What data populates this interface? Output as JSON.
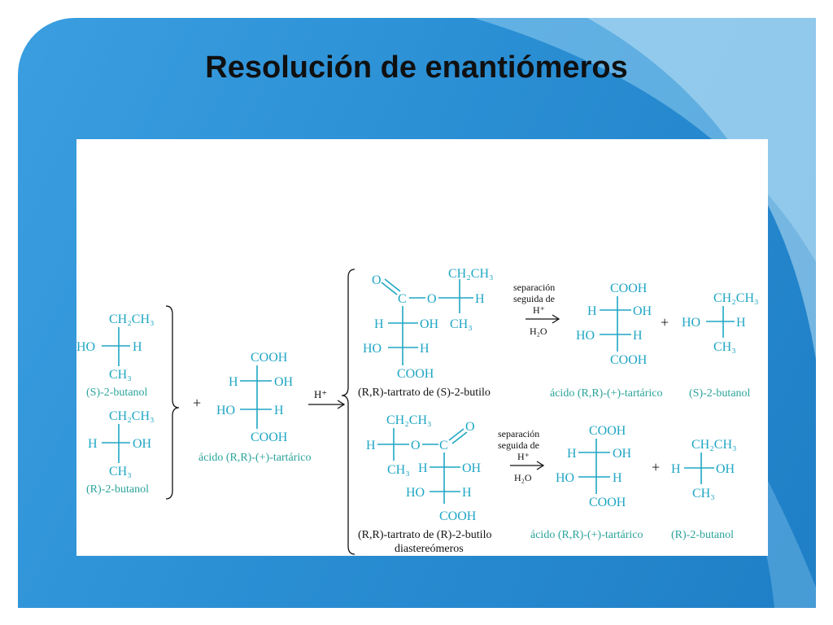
{
  "title": "Resolución de enantiómeros",
  "colors": {
    "accent": "#1fa6c4",
    "label": "#2aa39a",
    "background": "#2b8fd4"
  },
  "reagent": "H⁺",
  "plus": "+",
  "s_butanol": {
    "top": "CH₂CH₃",
    "left": "HO",
    "right": "H",
    "bottom": "CH₃",
    "label": "(S)-2-butanol"
  },
  "r_butanol": {
    "top": "CH₂CH₃",
    "left": "H",
    "right": "OH",
    "bottom": "CH₃",
    "label": "(R)-2-butanol"
  },
  "tartaric": {
    "top": "COOH",
    "r1_left": "H",
    "r1_right": "OH",
    "r2_left": "HO",
    "r2_right": "H",
    "bottom": "COOH",
    "label": "ácido (R,R)-(+)-tartárico"
  },
  "ester_s": {
    "o": "O",
    "c": "C",
    "ox": "O",
    "r1_left": "H",
    "r1_right": "OH",
    "r2_left": "HO",
    "r2_right": "H",
    "bottom": "COOH",
    "alk_top": "CH₂CH₃",
    "alk_right": "H",
    "alk_bottom": "CH₃",
    "label": "(R,R)-tartrato de (S)-2-butilo"
  },
  "ester_r": {
    "alk_top": "CH₂CH₃",
    "alk_left": "H",
    "alk_bottom": "CH₃",
    "ox": "O",
    "c": "C",
    "o": "O",
    "r1_left": "H",
    "r1_right": "OH",
    "r2_left": "HO",
    "r2_right": "H",
    "bottom": "COOH",
    "label": "(R,R)-tartrato de (R)-2-butilo"
  },
  "diastereomers_label": "diastereómeros",
  "separation": {
    "line1": "separación",
    "line2": "seguida de",
    "reagent": "H⁺",
    "water": "H₂O"
  },
  "products_top": {
    "tartaric": {
      "top": "COOH",
      "r1_left": "H",
      "r1_right": "OH",
      "r2_left": "HO",
      "r2_right": "H",
      "bottom": "COOH",
      "label": "ácido (R,R)-(+)-tartárico"
    },
    "butanol": {
      "top": "CH₂CH₃",
      "left": "HO",
      "right": "H",
      "bottom": "CH₃",
      "label": "(S)-2-butanol"
    }
  },
  "products_bottom": {
    "tartaric": {
      "top": "COOH",
      "r1_left": "H",
      "r1_right": "OH",
      "r2_left": "HO",
      "r2_right": "H",
      "bottom": "COOH",
      "label": "ácido (R,R)-(+)-tartárico"
    },
    "butanol": {
      "top": "CH₂CH₃",
      "left": "H",
      "right": "OH",
      "bottom": "CH₃",
      "label": "(R)-2-butanol"
    }
  }
}
